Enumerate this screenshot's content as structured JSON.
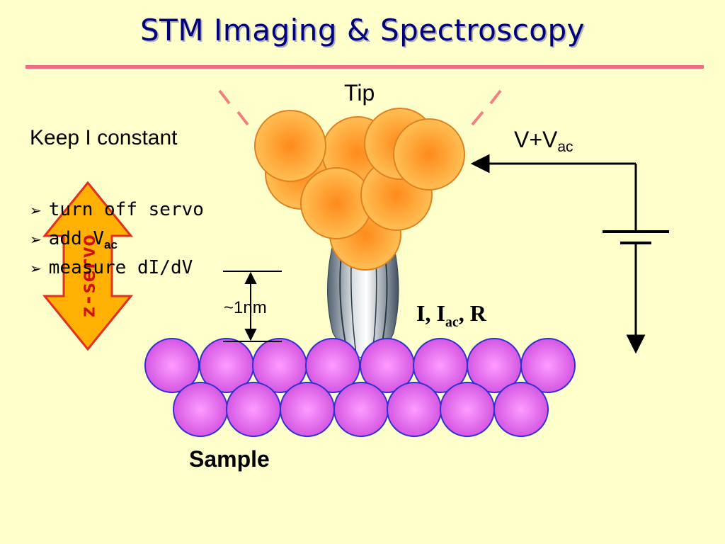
{
  "slide": {
    "title": "STM Imaging & Spectroscopy"
  },
  "labels": {
    "tip": "Tip",
    "keep": "Keep I constant",
    "sample": "Sample",
    "gap": "~1nm",
    "zservo": "z-servo"
  },
  "bullets": [
    {
      "text": "turn off servo"
    },
    {
      "text": "add V",
      "sub": "ac"
    },
    {
      "text": "measure dI/dV"
    }
  ],
  "voltage": {
    "main": "V+V",
    "sub": "ac"
  },
  "current": {
    "main": "I, I",
    "sub": "ac",
    "tail": ", R"
  },
  "colors": {
    "background": "#ffffcc",
    "title": "#00007a",
    "rule": "#f06c84",
    "tip_atom": "#ffa030",
    "sample_atom": "#e060e8",
    "arrow_fill": "#ffb000",
    "arrow_stroke": "#e03020"
  }
}
